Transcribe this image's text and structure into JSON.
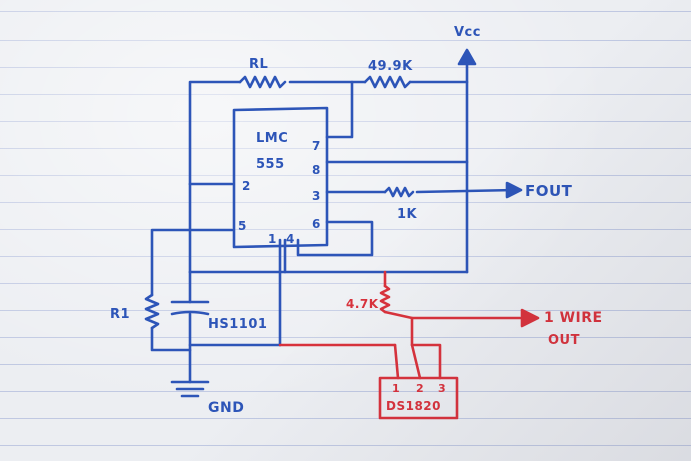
{
  "labels": {
    "vcc": "Vcc",
    "rl": "RL",
    "r2": "49.9K",
    "ic_line1": "LMC",
    "ic_line2": "555",
    "pin7": "7",
    "pin8": "8",
    "pin2": "2",
    "pin3": "3",
    "pin5": "5",
    "pin6": "6",
    "pin1": "1",
    "pin4": "4",
    "r1k": "1K",
    "fout": "FOUT",
    "r1": "R1",
    "sensor": "HS1101",
    "gnd": "GND",
    "pullup": "4.7K",
    "wire_out_line1": "1 WIRE",
    "wire_out_line2": "OUT",
    "ds_pin1": "1",
    "ds_pin2": "2",
    "ds_pin3": "3",
    "ds_chip": "DS1820"
  },
  "colors": {
    "ink_blue": "#2d55b8",
    "ink_red": "#d8323c",
    "paper": "#eceef2",
    "rule_line": "#788cc8"
  }
}
